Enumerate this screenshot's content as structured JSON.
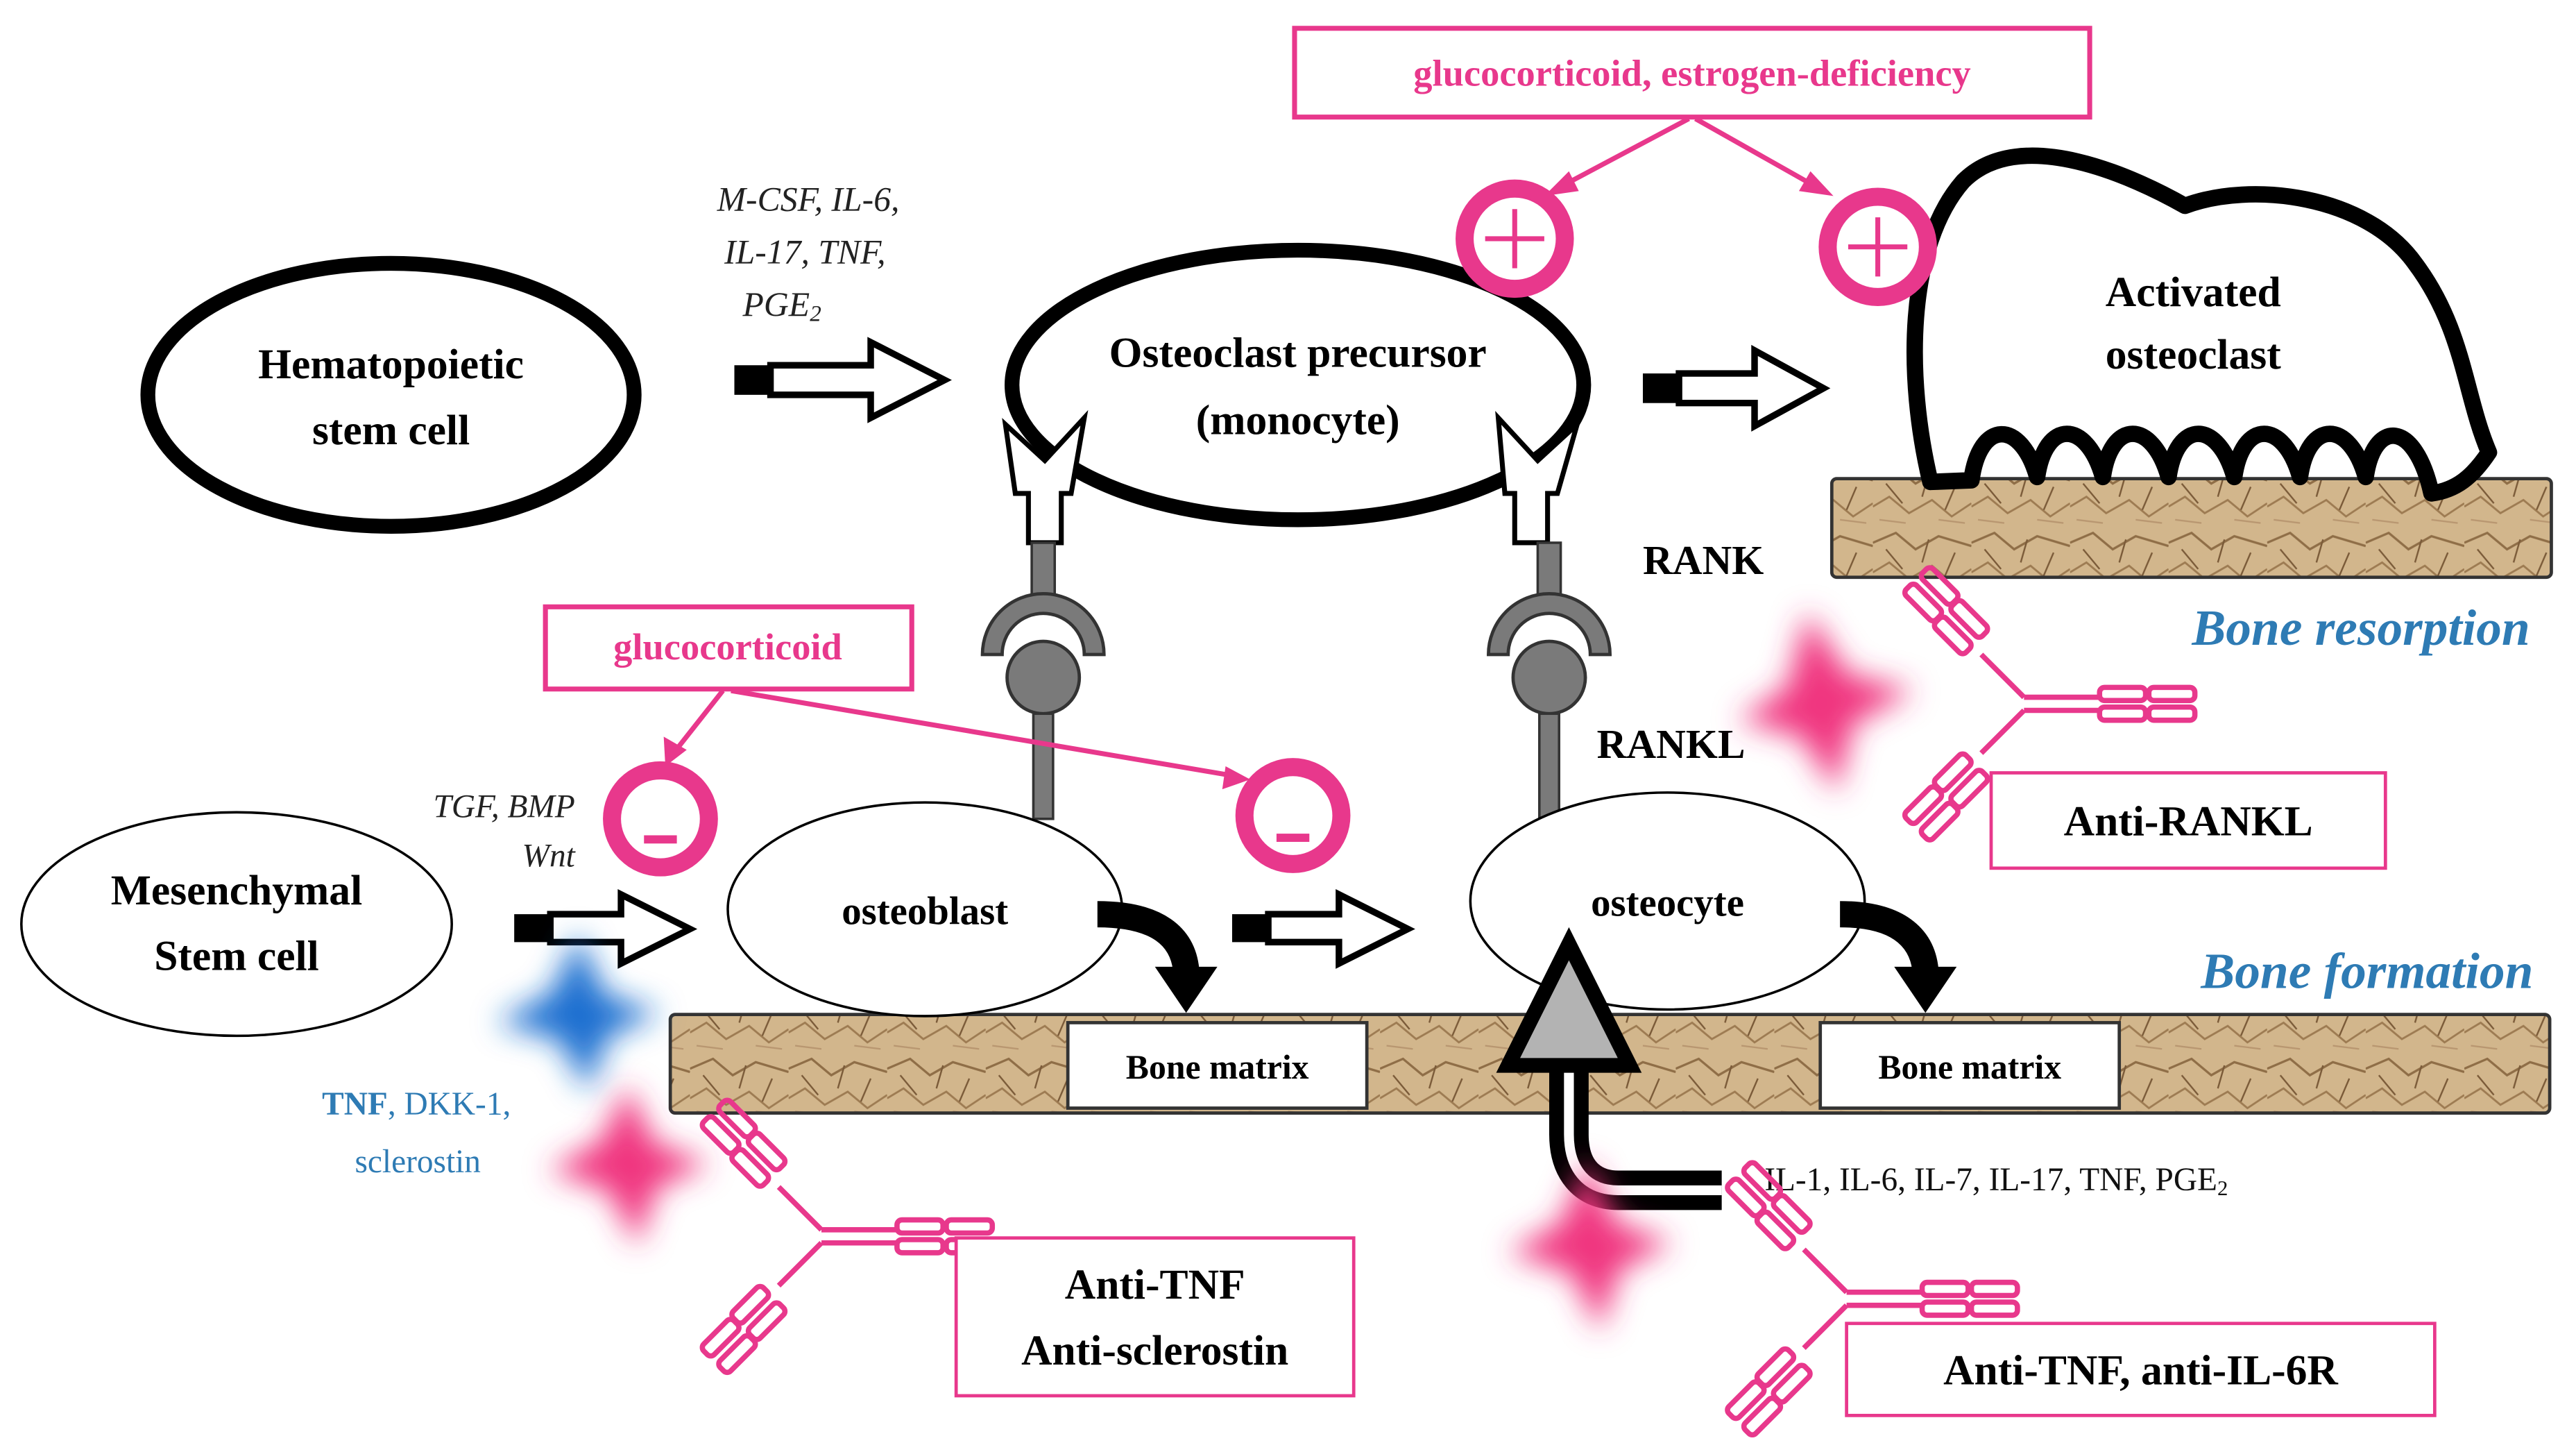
{
  "colors": {
    "magenta": "#e8388c",
    "blue_text": "#2e7bb4",
    "blue_blob": "#1f6fd0",
    "pink_blob": "#f0357f",
    "grey": "#7a7a7a",
    "bone_light": "#d9bd93",
    "bone_dark": "#8a6a45"
  },
  "cells": {
    "hsc_line1": "Hematopoietic",
    "hsc_line2": "stem cell",
    "oc_precursor_line1": "Osteoclast precursor",
    "oc_precursor_line2": "(monocyte)",
    "activated_line1": "Activated",
    "activated_line2": "osteoclast",
    "msc_line1": "Mesenchymal",
    "msc_line2": "Stem cell",
    "osteoblast": "osteoblast",
    "osteocyte": "osteocyte"
  },
  "factors": {
    "hsc_line1": "M-CSF, IL-6,",
    "hsc_line2": "IL-17, TNF,",
    "hsc_line3": "PGE",
    "hsc_line3_sub": "2",
    "msc_line1": "TGF,  BMP",
    "msc_line2": "Wnt",
    "inhib_tnf": "TNF",
    "inhib_rest": ", DKK-1,",
    "inhib_line2": "sclerostin",
    "cyto_line": "IL-1,  IL-6,  IL-7,  IL-17,   TNF, PGE",
    "cyto_sub": "2"
  },
  "labels": {
    "rank": "RANK",
    "rankl": "RANKL",
    "bone_resorption": "Bone resorption",
    "bone_formation": "Bone formation",
    "bone_matrix_1": "Bone matrix",
    "bone_matrix_2": "Bone matrix",
    "glucocorticoid_estrogen": "glucocorticoid, estrogen-deficiency",
    "glucocorticoid": "glucocorticoid",
    "plus_sign": "+",
    "minus_sign": "−"
  },
  "drugs": {
    "anti_rankl": "Anti-RANKL",
    "anti_tnf_line1": "Anti-TNF",
    "anti_tnf_line2": "Anti-sclerostin",
    "anti_tnf_il6r": "Anti-TNF,  anti-IL-6R"
  }
}
